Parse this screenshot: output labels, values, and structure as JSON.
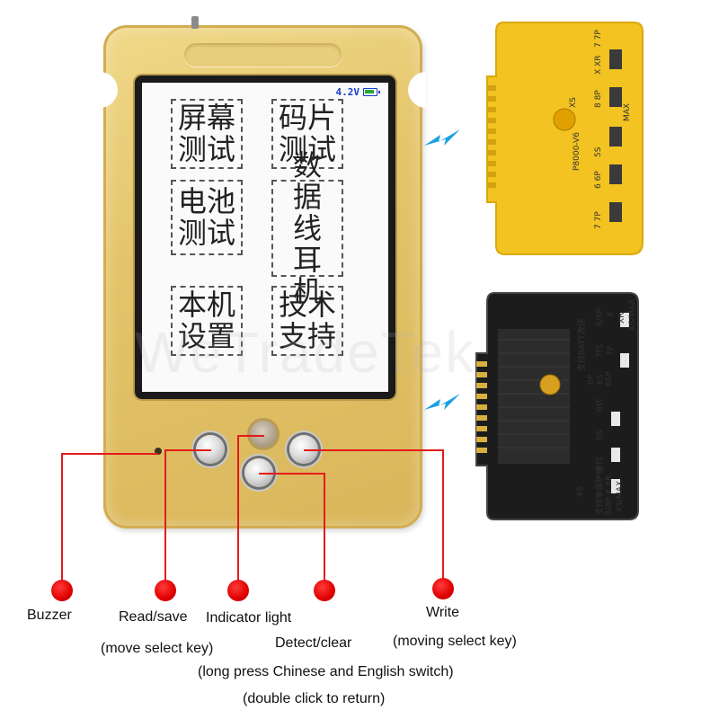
{
  "screen": {
    "battery_voltage": "4.2V",
    "menu": [
      {
        "id": "screen-test",
        "label": "屏幕测试"
      },
      {
        "id": "code-chip-test",
        "label": "码片测试"
      },
      {
        "id": "battery-test",
        "label": "电池测试"
      },
      {
        "id": "data-cable-earphone",
        "label": "数据线耳机"
      },
      {
        "id": "device-settings",
        "label": "本机设置"
      },
      {
        "id": "tech-support",
        "label": "技术支持"
      }
    ]
  },
  "callouts": {
    "buzzer": "Buzzer",
    "read_save": "Read/save",
    "read_save_note": "(move select key)",
    "indicator_light": "Indicator light",
    "detect_clear": "Detect/clear",
    "detect_clear_note1": "(long press Chinese and English switch)",
    "detect_clear_note2": "(double click to return)",
    "write": "Write",
    "write_note": "(moving select key)"
  },
  "boards": {
    "yellow": {
      "model": "P8000-V6",
      "labels": [
        "X XR",
        "7 7P",
        "8 8P",
        "MAX",
        "XS",
        "6 6P",
        "5S",
        "7 7P"
      ]
    },
    "black": {
      "title": "支持BATT激活",
      "side_text": "支持单保护板",
      "labels": [
        "8/8P",
        "X",
        "XR",
        "XS/MAX",
        "7代",
        "7P",
        "6P",
        "6S",
        "6SP",
        "6代",
        "5S",
        "5代",
        "4S",
        "8/8P X XR",
        "XS/MAX"
      ]
    }
  },
  "watermark": "WeTradeTek",
  "colors": {
    "device_gold": "#e4c46a",
    "callout_red": "#e00000",
    "lcd_status_blue": "#1a3fc8",
    "bolt_blue": "#1aa0e0"
  }
}
